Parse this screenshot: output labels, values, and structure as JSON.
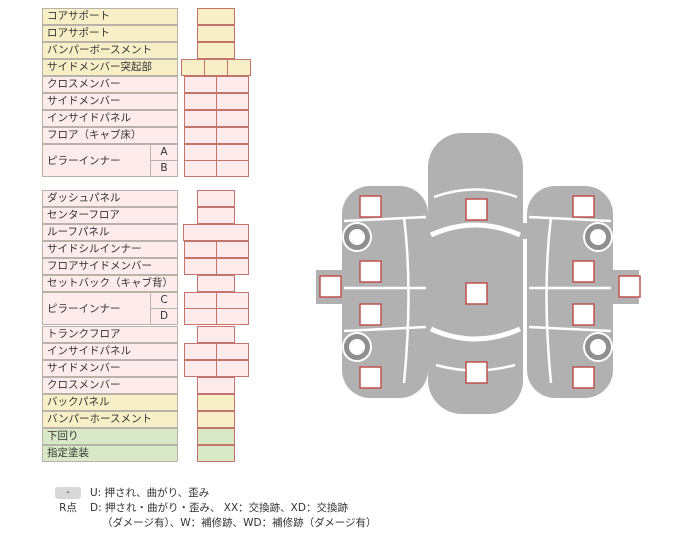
{
  "rows": [
    {
      "label": "コアサポート"
    },
    {
      "label": "ロアサポート"
    },
    {
      "label": "バンパーボースメント"
    },
    {
      "label": "サイドメンバー突起部"
    },
    {
      "label": "クロスメンバー"
    },
    {
      "label": "サイドメンバー"
    },
    {
      "label": "インサイドパネル"
    },
    {
      "label": "フロア（キャブ床）"
    },
    {
      "label": "ダッシュパネル"
    },
    {
      "label": "センターフロア"
    },
    {
      "label": "ルーフパネル"
    },
    {
      "label": "サイドシルインナー"
    },
    {
      "label": "フロアサイドメンバー"
    },
    {
      "label": "セットバック（キャブ背）"
    },
    {
      "label": "トランクフロア"
    },
    {
      "label": "インサイドパネル"
    },
    {
      "label": "サイドメンバー"
    },
    {
      "label": "クロスメンバー"
    },
    {
      "label": "バックパネル"
    },
    {
      "label": "バンパーホースメント"
    },
    {
      "label": "下回り"
    },
    {
      "label": "指定塗装"
    }
  ],
  "pillar_groups": [
    {
      "label": "ピラーインナー",
      "subs": [
        "A",
        "B"
      ]
    },
    {
      "label": "ピラーインナー",
      "subs": [
        "C",
        "D"
      ]
    }
  ],
  "diagram": {
    "views": [
      {
        "name": "left-side-view",
        "markers": 5,
        "wheels": 2
      },
      {
        "name": "top-view",
        "markers": 3
      },
      {
        "name": "right-side-view",
        "markers": 5,
        "wheels": 2
      }
    ],
    "marker_style": "white square with red border"
  },
  "legend": {
    "key1": "-",
    "line1": "U: 押され、曲がり、歪み",
    "key2": "R点",
    "line2": "D: 押され・曲がり・歪み、 XX：交換跡、XD：交換跡",
    "line3": "（ダメージ有）、W：補修跡、WD：補修跡（ダメージ有）"
  },
  "colors": {
    "section_yellow": "#f9efc6",
    "section_pink": "#fdeceb",
    "section_green": "#d9e8c6",
    "cell_border": "#c3746c",
    "car_body": "#b1b1b1",
    "marker_border": "#c0504d",
    "legend_key_bg": "#d8d8d8"
  }
}
